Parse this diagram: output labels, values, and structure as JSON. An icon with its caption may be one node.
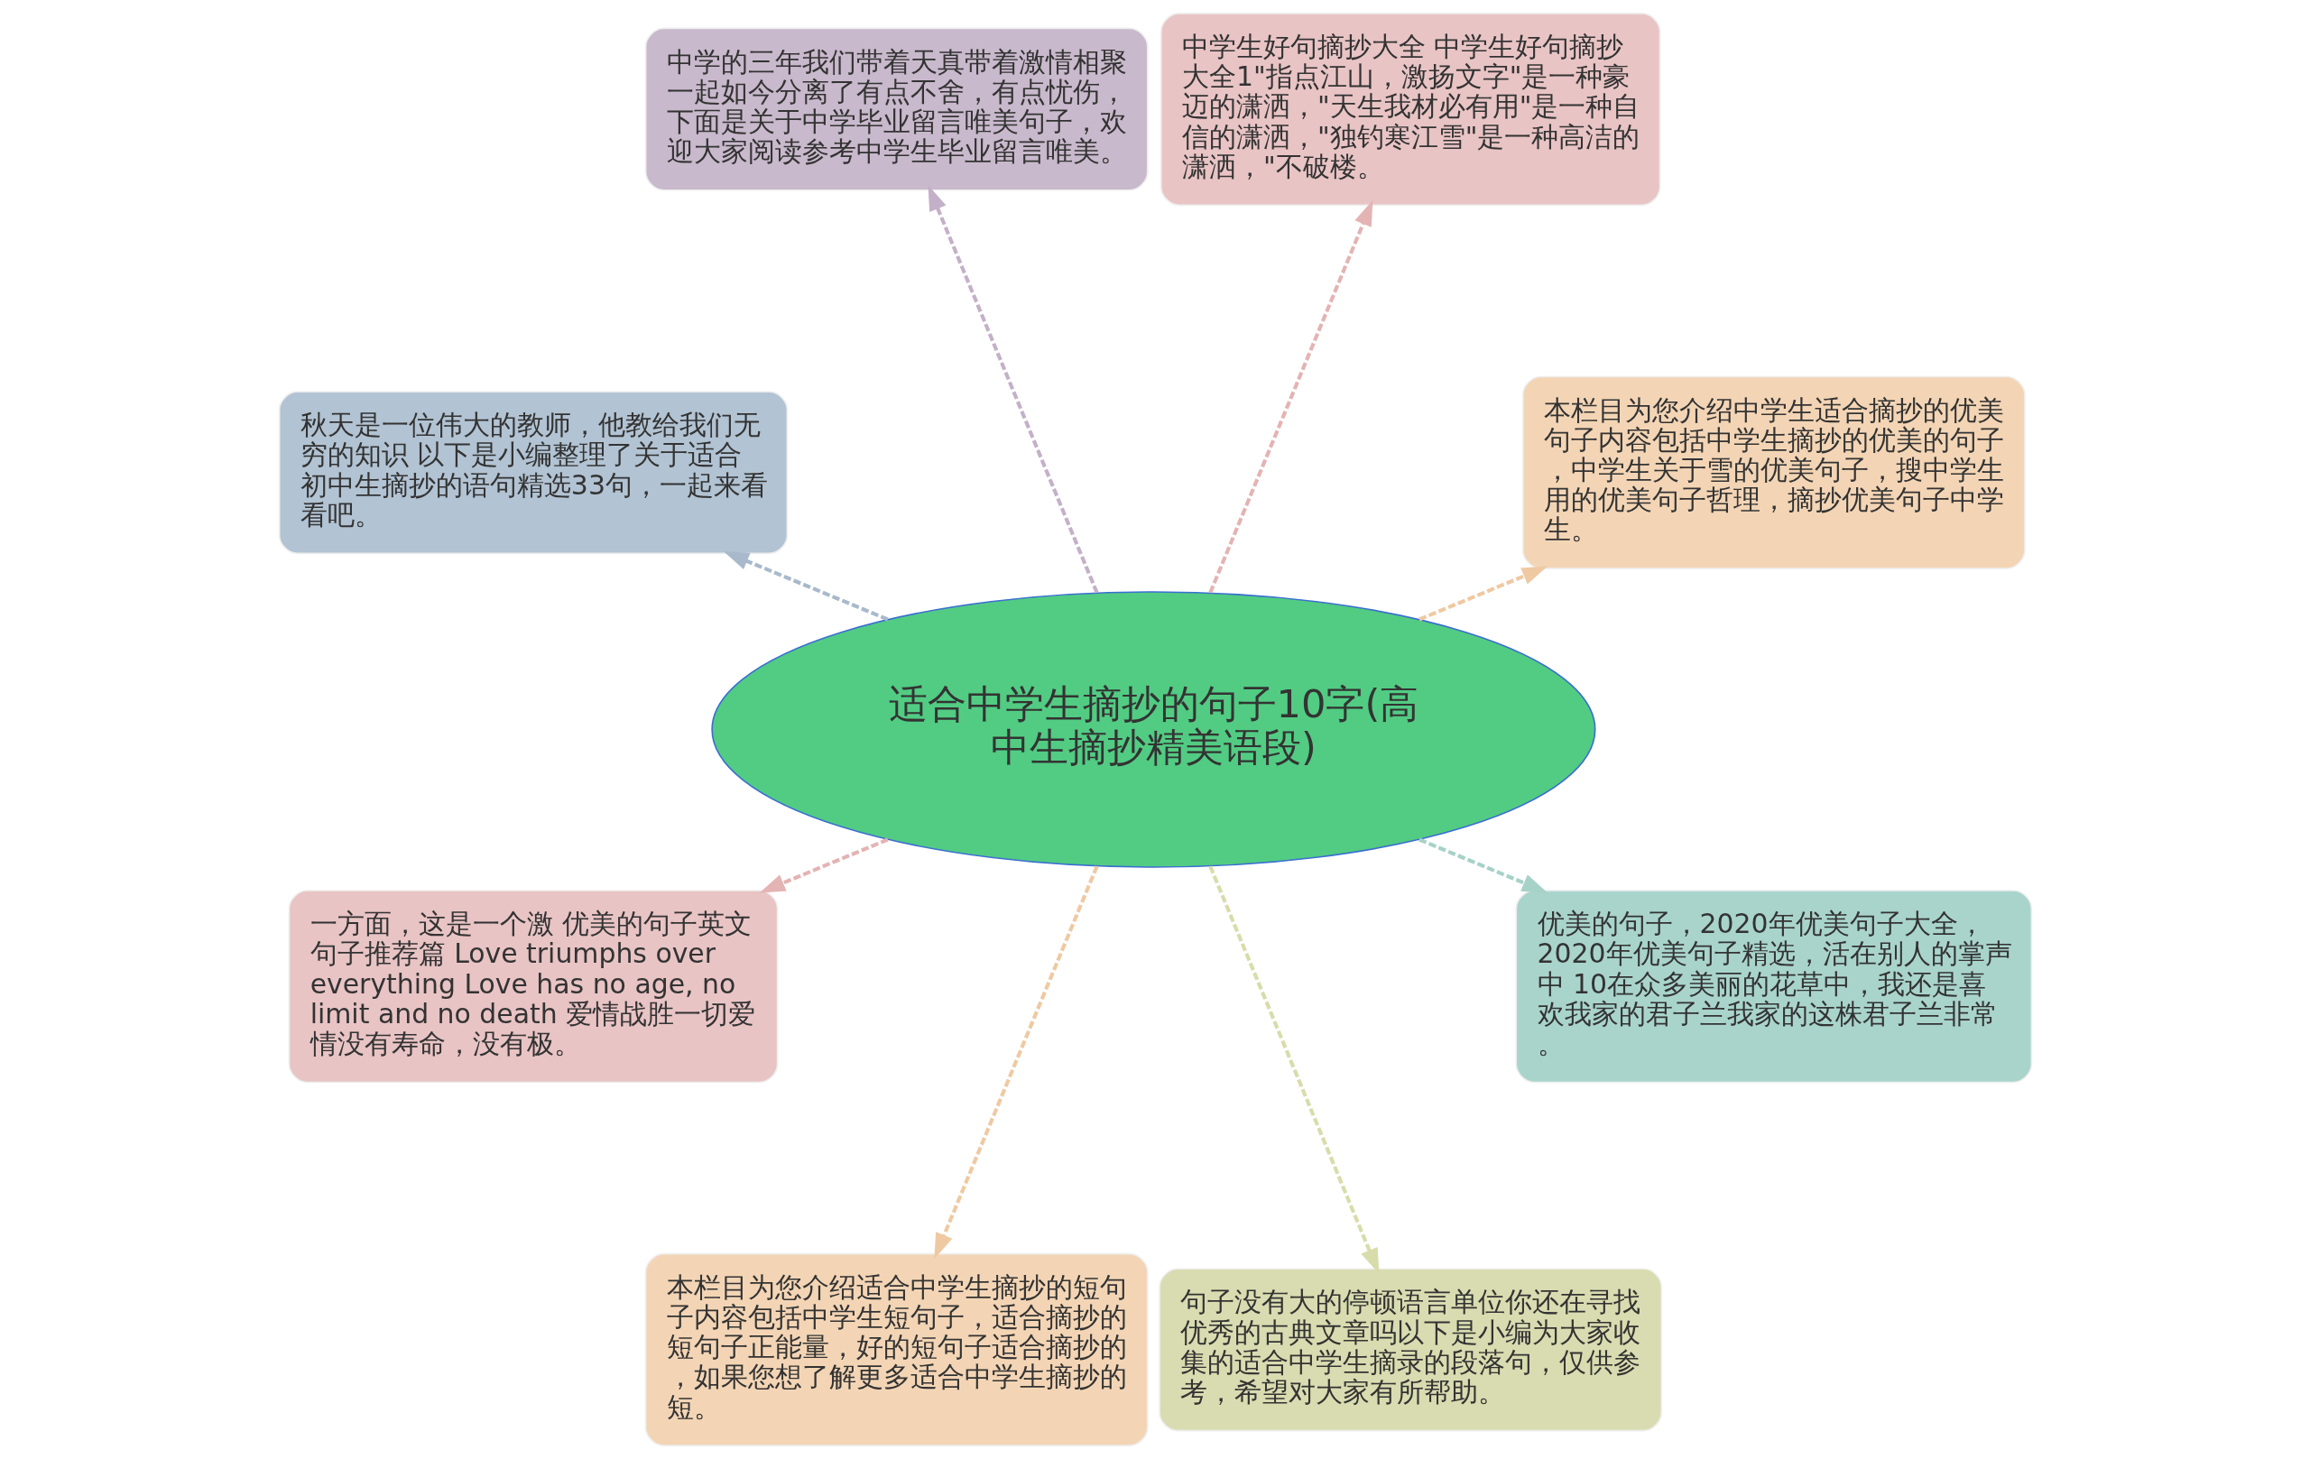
{
  "diagram": {
    "nodes": [
      {
        "text": [
          "适合中学生摘抄的句子10字(高中生摘抄精美语段)"
        ]
      },
      {
        "text": [
          "本栏目为您介绍中学生适合摘抄的优美句子内容包括中学生摘抄的优美的句子，中学生关于雪的优美句子，搜中学生用的优美句子哲理，摘抄优美句子中学生。"
        ]
      },
      {
        "text": [
          "中学生好句摘抄大全 中学生好句摘抄大全1\"指点江山，激扬文字\"是一种豪迈的潇洒，\"天生我材必有用\"是一种自信的潇洒，\"独钓寒江雪\"是一种高洁的潇洒，\"不破楼。"
        ]
      },
      {
        "text": [
          "中学的三年我们带着天真带着激情相聚一起如今分离了有点不舍，有点忧伤，下面是关于中学毕业留言唯美句子，欢迎大家阅读参考中学生毕业留言唯美。"
        ]
      },
      {
        "text": [
          "秋天是一位伟大的教师，他教给我们无穷的知识 以下是小编整理了关于适合初中生摘抄的语句精选33句，一起来看看吧。"
        ]
      },
      {
        "text": [
          "一方面，这是一个激 优美的句子英文句子推荐篇 Love triumphs over everything Love has no age, no limit and no death 爱情战胜一切爱情没有寿命，没有极。"
        ]
      },
      {
        "text": [
          "本栏目为您介绍适合中学生摘抄的短句子内容包括中学生短句子，适合摘抄的短句子正能量，好的短句子适合摘抄的，如果您想了解更多适合中学生摘抄的短。"
        ]
      },
      {
        "text": [
          "句子没有大的停顿语言单位你还在寻找优秀的古典文章吗以下是小编为大家收集的适合中学生摘录的段落句，仅供参考，希望对大家有所帮助。"
        ]
      },
      {
        "text": [
          "优美的句子，2020年优美句子大全，2020年优美句子精选，活在别人的掌声中 10在众多美丽的花草中，我还是喜欢我家的君子兰我家的这株君子兰非常。"
        ]
      }
    ],
    "edges": [
      {
        "from": 0,
        "to": 1,
        "arrow": "to",
        "style": "dashed",
        "color": "#efc9a2"
      },
      {
        "from": 0,
        "to": 2,
        "arrow": "to",
        "style": "dashed",
        "color": "#e4b3b3"
      },
      {
        "from": 0,
        "to": 3,
        "arrow": "to",
        "style": "dashed",
        "color": "#c4b0c8"
      },
      {
        "from": 0,
        "to": 4,
        "arrow": "to",
        "style": "dashed",
        "color": "#a9b9cc"
      },
      {
        "from": 0,
        "to": 5,
        "arrow": "to",
        "style": "dashed",
        "color": "#e4b3b3"
      },
      {
        "from": 0,
        "to": 6,
        "arrow": "to",
        "style": "dashed",
        "color": "#efc9a2"
      },
      {
        "from": 0,
        "to": 7,
        "arrow": "to",
        "style": "dashed",
        "color": "#d8dcaa"
      },
      {
        "from": 0,
        "to": 8,
        "arrow": "to",
        "style": "dashed",
        "color": "#a6d2c8"
      }
    ]
  }
}
